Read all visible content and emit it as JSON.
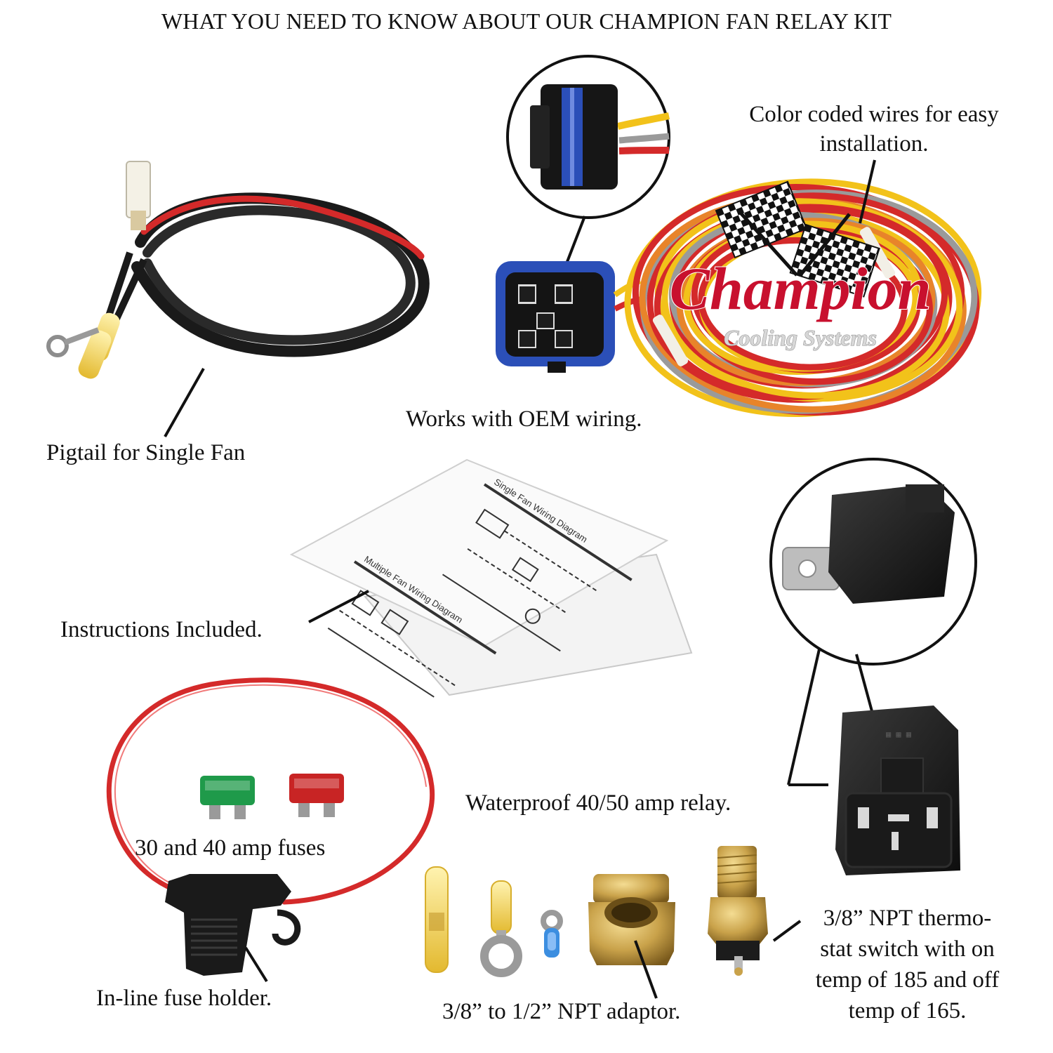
{
  "title": "WHAT YOU NEED TO KNOW ABOUT OUR CHAMPION FAN RELAY KIT",
  "brand": {
    "name": "Champion",
    "tagline": "Cooling Systems",
    "red": "#c8102e",
    "silver": "#d7d7d7"
  },
  "labels": {
    "color_coded": [
      "Color coded wires for easy",
      "installation."
    ],
    "pigtail": "Pigtail for Single Fan",
    "oem": "Works with OEM wiring.",
    "instructions": "Instructions Included.",
    "relay": "Waterproof 40/50 amp relay.",
    "fuses": "30 and 40 amp fuses",
    "fuse_holder": "In-line fuse holder.",
    "adaptor": "3/8” to 1/2” NPT adaptor.",
    "thermostat": [
      "3/8” NPT thermo-",
      "stat switch with on",
      "temp of 185 and off",
      "temp of 165."
    ]
  },
  "instruction_sheet": {
    "sheet1_title": "Single Fan Wiring Diagram",
    "sheet2_title": "Multiple Fan Wiring Diagram"
  },
  "colors": {
    "wire_red": "#d42a2a",
    "wire_yellow": "#f2c21a",
    "wire_gray": "#9a9a9a",
    "wire_orange": "#e8842a",
    "wire_black": "#1a1a1a",
    "connector_blue": "#2b4fb8",
    "fuse_green": "#1f9a4a",
    "fuse_red": "#c82424",
    "brass": "#c9a24a"
  }
}
